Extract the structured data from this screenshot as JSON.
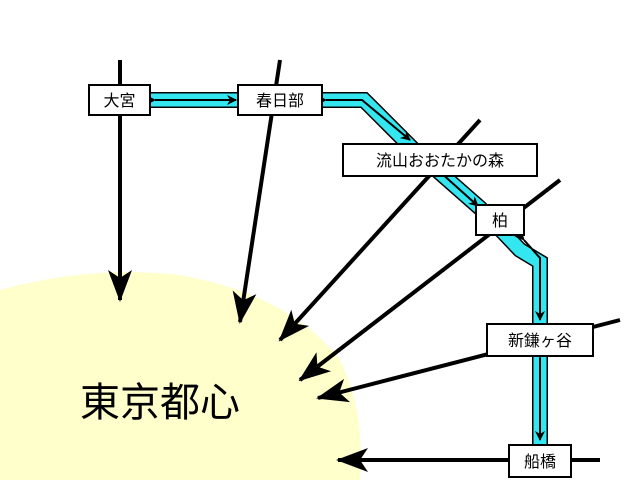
{
  "center": {
    "label": "東京都心",
    "fill": "#ffffcc"
  },
  "colors": {
    "route": "#33e6f0",
    "line": "#000000"
  },
  "stations": [
    {
      "id": "omiya",
      "label": "大宮"
    },
    {
      "id": "kasukabe",
      "label": "春日部"
    },
    {
      "id": "nagareyama",
      "label": "流山おおたかの森"
    },
    {
      "id": "kashiwa",
      "label": "柏"
    },
    {
      "id": "shinkamagaya",
      "label": "新鎌ヶ谷"
    },
    {
      "id": "funabashi",
      "label": "船橋"
    }
  ]
}
